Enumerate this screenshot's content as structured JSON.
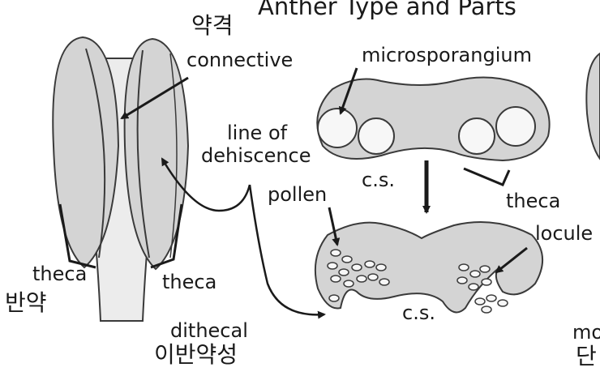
{
  "title": "Anther Type and Parts",
  "labels": {
    "connective_ko": "약격",
    "connective": "connective",
    "microsporangium": "microsporangium",
    "line_of": "line of",
    "dehiscence": "dehiscence",
    "cs_top": "c.s.",
    "theca_cs": "theca",
    "pollen": "pollen",
    "locule": "locule",
    "theca_left": "theca",
    "theca_right": "theca",
    "theca_ko": "반약",
    "cs_bottom": "c.s.",
    "dithecal": "dithecal",
    "dithecal_ko": "이반약성",
    "mono_partial": "mo",
    "mono_ko_partial": "단"
  },
  "colors": {
    "fill": "#d4d4d4",
    "stroke": "#3a3a3a",
    "text": "#1a1a1a"
  }
}
